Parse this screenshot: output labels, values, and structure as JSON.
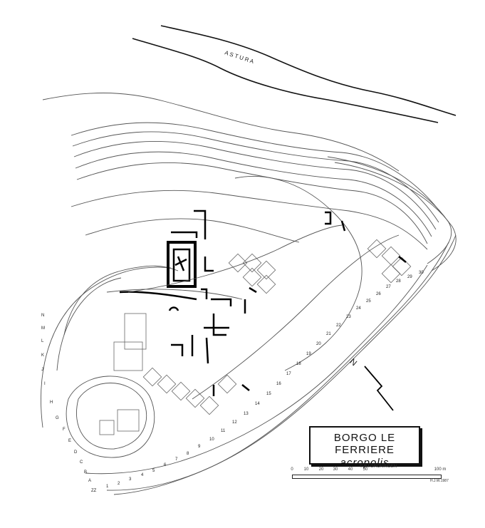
{
  "map": {
    "river_label": "A S T U R A",
    "title": "BORGO LE FERRIERE",
    "subtitle": "acropolis",
    "credit": "© B.I.GRONINGEN",
    "north_label": "N",
    "date_label": "H.J.W.1987",
    "scale_labels": [
      "0",
      "10",
      "20",
      "30",
      "40",
      "50",
      "100 m"
    ],
    "row_numbers": [
      "1",
      "2",
      "3",
      "4",
      "5",
      "6",
      "7",
      "8",
      "9",
      "10",
      "11",
      "12",
      "13",
      "14",
      "15",
      "16",
      "17",
      "18",
      "19",
      "20",
      "21",
      "22",
      "23",
      "24",
      "25",
      "26",
      "27",
      "28",
      "29",
      "30"
    ],
    "column_letters": [
      "ZZ",
      "A",
      "B",
      "C",
      "D",
      "E",
      "F",
      "G",
      "H",
      "I",
      "J",
      "K",
      "L",
      "M",
      "N"
    ]
  }
}
